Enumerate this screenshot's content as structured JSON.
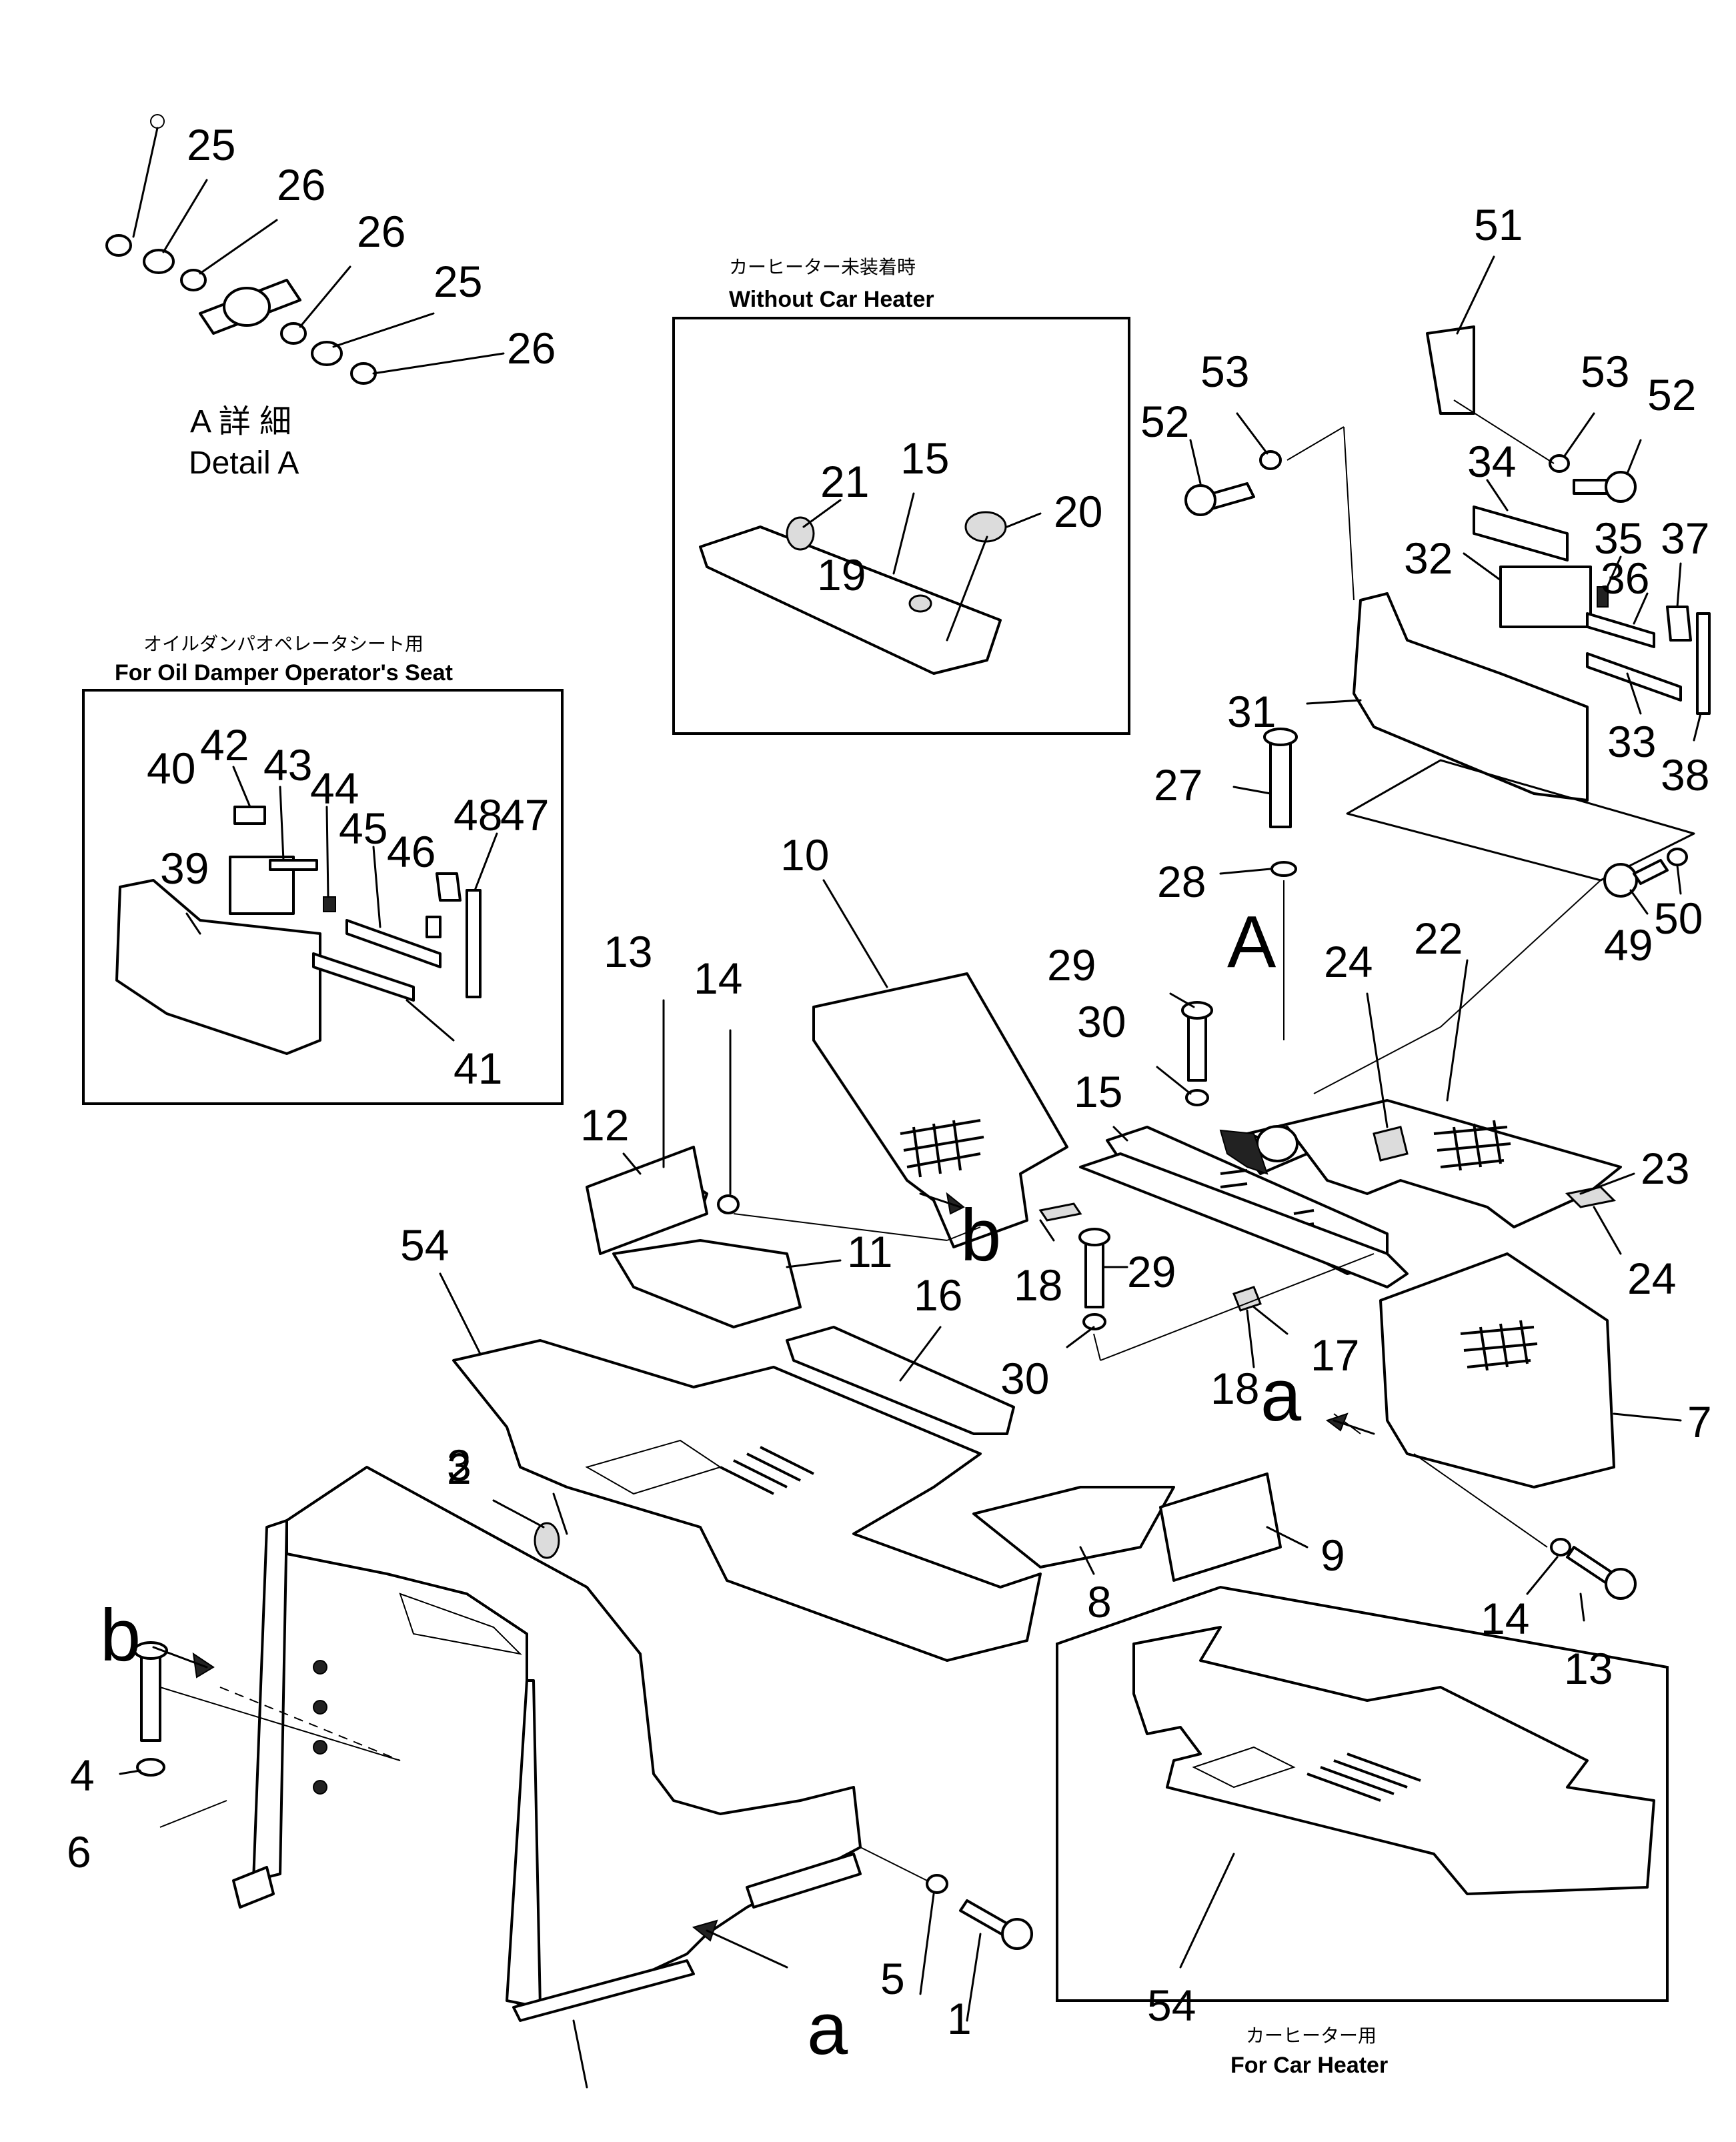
{
  "detail_a": {
    "title_jp": "A 詳 細",
    "title_en": "Detail A",
    "parts": [
      "25",
      "26",
      "26",
      "25",
      "26"
    ]
  },
  "without_car_heater": {
    "title_jp": "カーヒーター未装着時",
    "title_en": "Without Car Heater",
    "parts": [
      "21",
      "15",
      "20",
      "19"
    ]
  },
  "oil_damper_seat": {
    "title_jp": "オイルダンパオペレータシート用",
    "title_en": "For Oil Damper Operator's Seat",
    "parts": [
      "42",
      "43",
      "40",
      "44",
      "48",
      "47",
      "45",
      "46",
      "39",
      "41"
    ]
  },
  "car_heater": {
    "title_jp": "カーヒーター用",
    "title_en": "For Car Heater",
    "parts": [
      "54"
    ]
  },
  "main_parts": [
    "51",
    "53",
    "52",
    "53",
    "52",
    "34",
    "35",
    "37",
    "32",
    "36",
    "31",
    "33",
    "38",
    "27",
    "28",
    "50",
    "49",
    "10",
    "13",
    "14",
    "29",
    "30",
    "15",
    "22",
    "24",
    "12",
    "23",
    "54",
    "11",
    "18",
    "29",
    "16",
    "24",
    "30",
    "17",
    "18",
    "7",
    "2",
    "8",
    "9",
    "14",
    "13",
    "3",
    "4",
    "6",
    "5",
    "1"
  ],
  "view_markers": {
    "A": "A",
    "a_main": "a",
    "a_bottom": "a",
    "b_main": "b",
    "b_left": "b"
  }
}
